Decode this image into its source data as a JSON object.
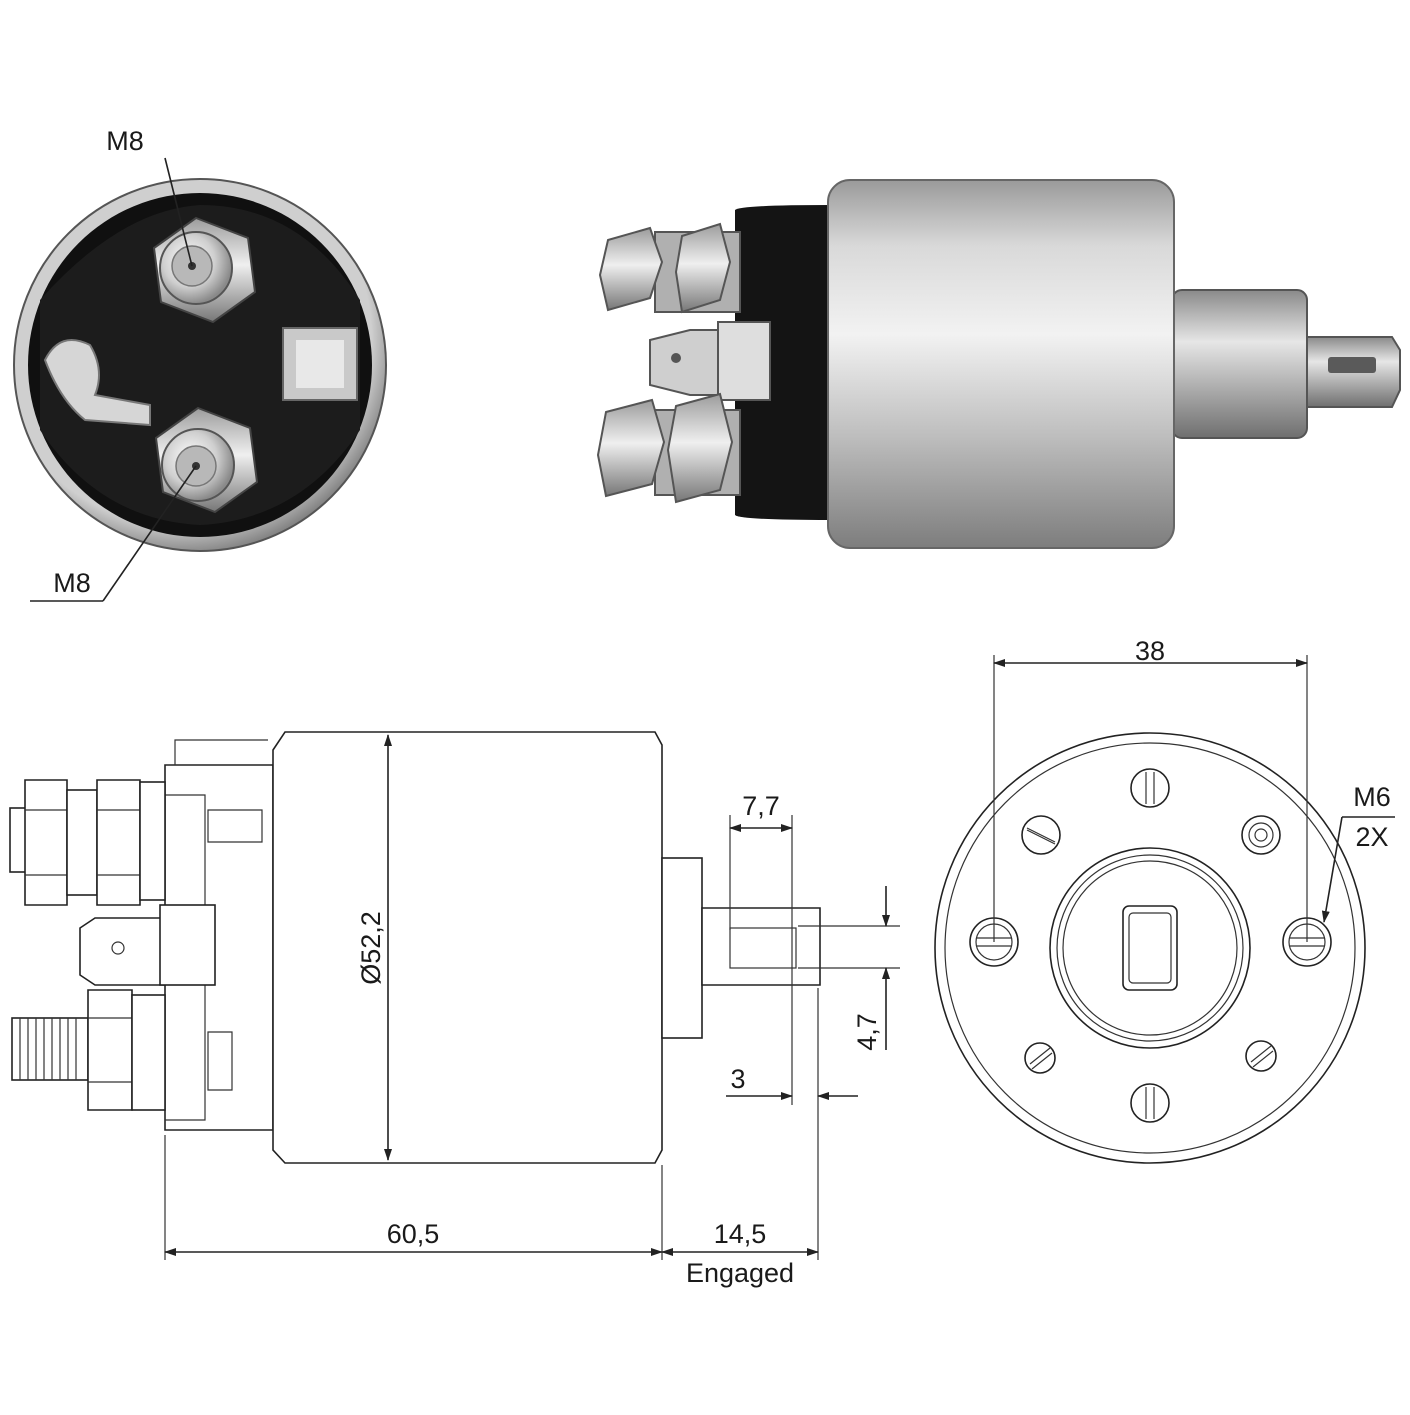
{
  "photo_labels": {
    "top_terminal": "M8",
    "bottom_terminal": "M8"
  },
  "side_view": {
    "diameter": "Ø52,2",
    "body_length": "60,5",
    "engaged_length": "14,5",
    "engaged_caption": "Engaged",
    "plunger_slot_length": "7,7",
    "plunger_slot_width": "4,7",
    "plunger_offset": "3"
  },
  "end_view": {
    "hole_spacing": "38",
    "thread": "M6",
    "quantity": "2X"
  },
  "colors": {
    "line": "#222222",
    "housing_dark": "#141414",
    "metal_light": "#e0e0e0",
    "metal_mid": "#a8a8a8"
  }
}
